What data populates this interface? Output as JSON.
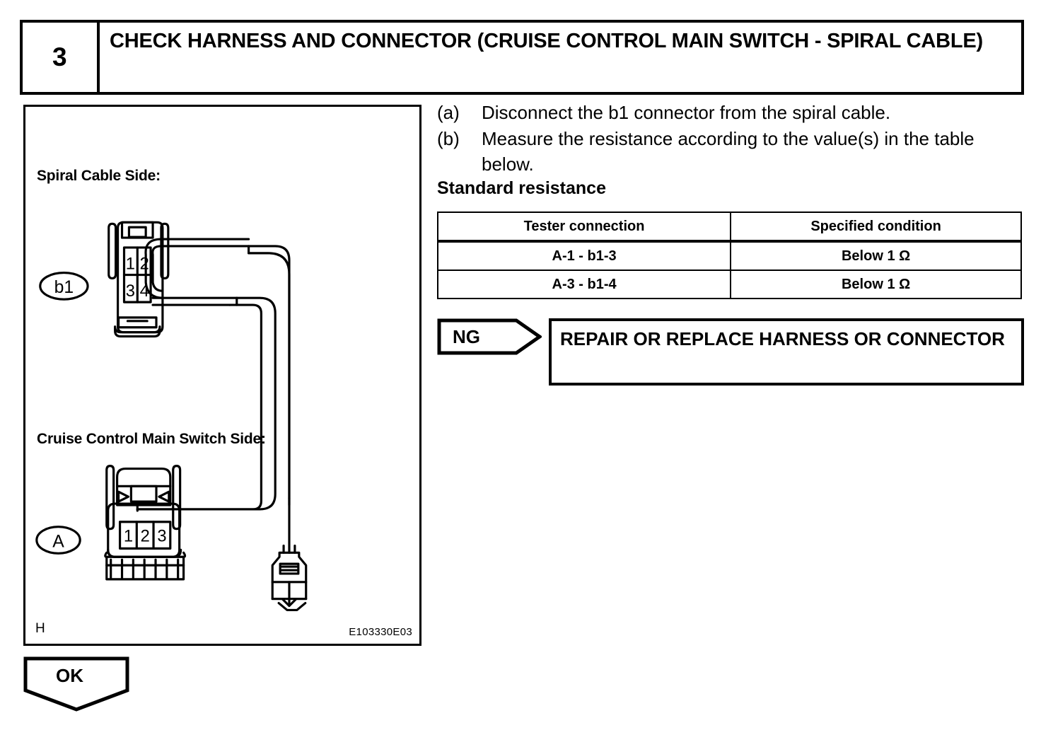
{
  "step": {
    "number": "3",
    "title": "CHECK HARNESS AND CONNECTOR (CRUISE CONTROL MAIN SWITCH - SPIRAL CABLE)"
  },
  "instructions": [
    {
      "marker": "(a)",
      "text": "Disconnect the b1 connector from the spiral cable."
    },
    {
      "marker": "(b)",
      "text": "Measure the resistance according to the value(s) in the table below."
    }
  ],
  "standard_resistance": {
    "heading": "Standard resistance",
    "columns": [
      "Tester connection",
      "Specified condition"
    ],
    "rows": [
      [
        "A-1 - b1-3",
        "Below 1 Ω"
      ],
      [
        "A-3 - b1-4",
        "Below 1 Ω"
      ]
    ]
  },
  "results": {
    "ng_label": "NG",
    "ng_action": "REPAIR OR REPLACE HARNESS OR CONNECTOR",
    "ok_label": "OK"
  },
  "figure": {
    "caption_spiral": "Spiral Cable Side:",
    "caption_switch": "Cruise Control Main Switch Side:",
    "connector_b1_label": "b1",
    "connector_a_label": "A",
    "b1_pins": [
      "1",
      "2",
      "3",
      "4"
    ],
    "a_pins": [
      "1",
      "2",
      "3"
    ],
    "code": "E103330E03",
    "corner_letter": "H"
  }
}
